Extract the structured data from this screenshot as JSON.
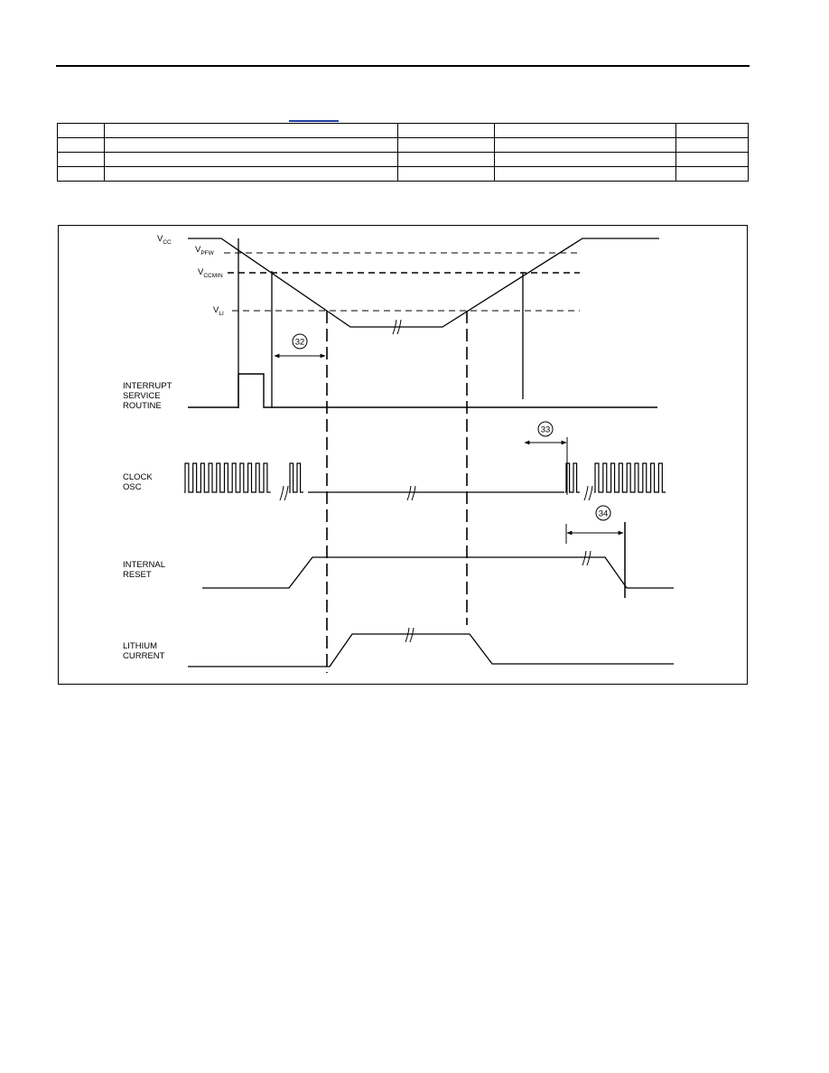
{
  "table": {
    "columns": 5,
    "rows": [
      [
        "",
        "",
        "",
        "",
        ""
      ],
      [
        "",
        "",
        "",
        "",
        ""
      ],
      [
        "",
        "",
        "",
        "",
        ""
      ],
      [
        "",
        "",
        "",
        "",
        ""
      ]
    ]
  },
  "diagram": {
    "voltage_levels": [
      {
        "main": "V",
        "sub": "CC"
      },
      {
        "main": "V",
        "sub": "PFW"
      },
      {
        "main": "V",
        "sub": "CCMIN"
      },
      {
        "main": "V",
        "sub": "LI"
      }
    ],
    "signals": {
      "isr": [
        "INTERRUPT",
        "SERVICE",
        "ROUTINE"
      ],
      "clock": [
        "CLOCK",
        "OSC"
      ],
      "reset": [
        "INTERNAL",
        "RESET"
      ],
      "lithium": [
        "LITHIUM",
        "CURRENT"
      ]
    },
    "markers": [
      "32",
      "33",
      "34"
    ]
  }
}
